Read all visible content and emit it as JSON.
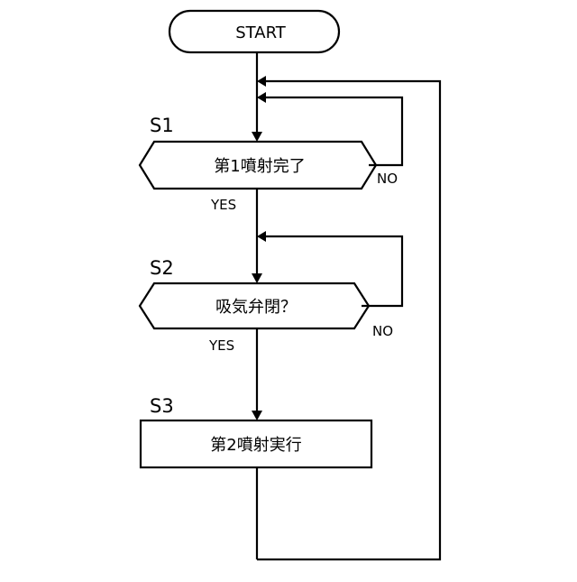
{
  "flowchart": {
    "start_label": "START",
    "steps": [
      {
        "id": "S1",
        "text": "第1噴射完了",
        "yes": "YES",
        "no": "NO"
      },
      {
        "id": "S2",
        "text": "吸気弁閉？",
        "yes": "YES",
        "no": "NO"
      },
      {
        "id": "S3",
        "text": "第2噴射実行"
      }
    ]
  }
}
